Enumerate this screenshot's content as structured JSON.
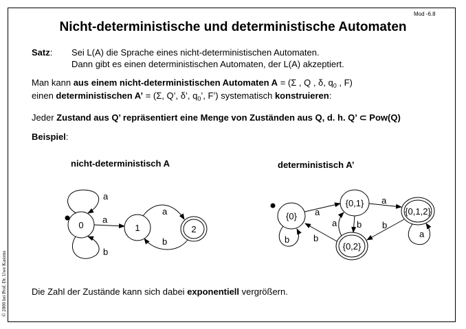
{
  "page_ref": "Mod -6.8",
  "title": "Nicht-deterministische und deterministische Automaten",
  "theorem": {
    "label": "Satz",
    "colon": ":",
    "line1": "Sei L(A) die Sprache eines nicht-deterministischen Automaten.",
    "line2": "Dann gibt es einen deterministischen Automaten, der L(A) akzeptiert."
  },
  "para1": {
    "part1": "Man kann ",
    "part2": "aus einem nicht-deterministischen Automaten A",
    "part3": " = (Σ , Q , δ, q",
    "sub0": "0",
    "part4": " , F)"
  },
  "para2": {
    "part1": "einen ",
    "part2": "deterministischen A’",
    "part3": " = (Σ, Q’, δ’, q",
    "sub0": "0",
    "part4": "’, F’) systematisch ",
    "part5": "konstruieren",
    "part6": ":"
  },
  "para3": {
    "part1": "Jeder ",
    "part2": "Zustand aus Q’ repräsentiert eine Menge von Zuständen aus Q, d. h. Q’ ⊂ Pow(Q)"
  },
  "example_label": "Beispiel",
  "example_colon": ":",
  "nfa": {
    "heading": "nicht-deterministisch A",
    "states": [
      "0",
      "1",
      "2"
    ],
    "labels": {
      "self_top": "a",
      "self_bottom": "b",
      "t01": "a",
      "t12": "a",
      "t21": "b"
    }
  },
  "dfa": {
    "heading": "deterministisch A’",
    "states": [
      "{0}",
      "{0,1}",
      "{0,1,2}",
      "{0,2}"
    ],
    "labels": {
      "t0_01": "a",
      "t01_012": "a",
      "t01_02": "b",
      "t02_01": "a",
      "t012_02": "b",
      "t02_0": "b",
      "loop_0": "b",
      "loop_012": "a"
    }
  },
  "footer": {
    "part1": "Die Zahl der Zustände kann sich dabei ",
    "part2": "exponentiell",
    "part3": " vergrößern."
  },
  "copyright": "© 2000 bei Prof. Dr. Uwe Kastens"
}
